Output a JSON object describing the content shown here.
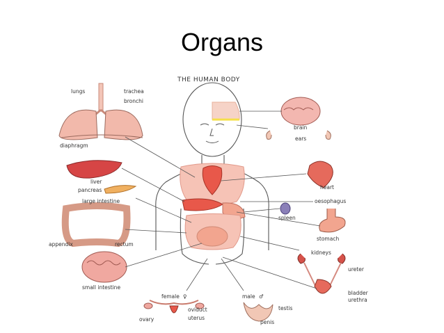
{
  "slide": {
    "title": "Organs"
  },
  "diagram": {
    "heading": "THE HUMAN BODY",
    "labels": {
      "lungs": "lungs",
      "trachea": "trachea",
      "bronchi": "bronchi",
      "diaphragm": "diaphragm",
      "brain": "brain",
      "ears": "ears",
      "liver": "liver",
      "pancreas": "pancreas",
      "heart": "heart",
      "large_intestine": "large intestine",
      "oesophagus": "oesophagus",
      "spleen": "spleen",
      "stomach": "stomach",
      "appendix": "appendix",
      "rectum": "rectum",
      "kidneys": "kidneys",
      "ureter": "ureter",
      "small_intestine": "small intestine",
      "bladder": "bladder",
      "urethra": "urethra",
      "female": "female",
      "male": "male",
      "oviduct": "oviduct",
      "uterus": "uterus",
      "ovary": "ovary",
      "testis": "testis",
      "penis": "penis"
    },
    "colors": {
      "organ_red": "#e8584a",
      "organ_peach": "#f2a58f",
      "organ_pink": "#f6c3b6",
      "outline": "#444444"
    }
  }
}
